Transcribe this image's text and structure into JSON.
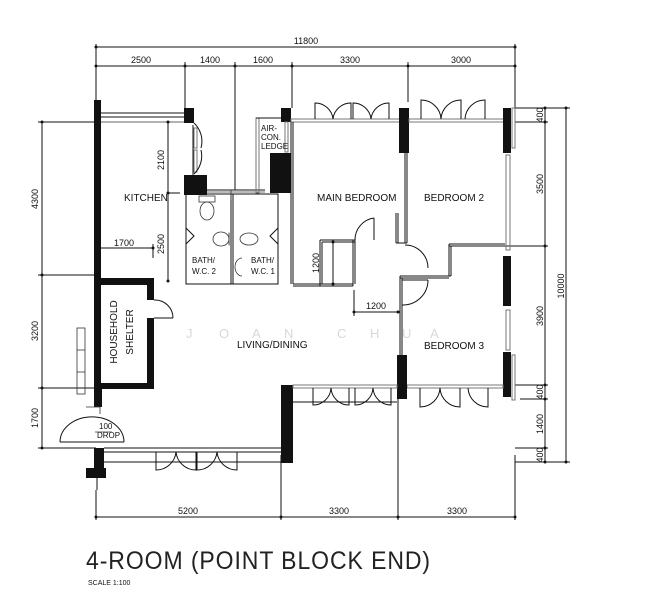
{
  "plan": {
    "title": "4-ROOM (POINT BLOCK END)",
    "scale": "SCALE 1:100",
    "watermark": [
      "J",
      "O",
      "A",
      "N",
      "C",
      "H",
      "U",
      "A"
    ]
  },
  "rooms": {
    "kitchen": "KITCHEN",
    "main_bedroom": "MAIN BEDROOM",
    "bedroom_2": "BEDROOM 2",
    "bedroom_3": "BEDROOM 3",
    "living_dining": "LIVING/DINING",
    "household_shelter": [
      "HOUSEHOLD",
      "SHELTER"
    ],
    "bath_wc_2": [
      "BATH/",
      "W.C. 2"
    ],
    "bath_wc_1": [
      "BATH/",
      "W.C. 1"
    ],
    "aircon_ledge": [
      "AIR-",
      "CON.",
      "LEDGE"
    ],
    "drop": [
      "100",
      "DROP"
    ]
  },
  "dimensions": {
    "top_overall": "11800",
    "top_segments": [
      "2500",
      "1400",
      "1600",
      "3300",
      "3000"
    ],
    "bottom_segments": [
      "5200",
      "3300",
      "3300"
    ],
    "left_segments": [
      "4300",
      "3200",
      "1700"
    ],
    "right_segments": [
      "400",
      "3500",
      "3900",
      "400",
      "1400",
      "400"
    ],
    "right_overall": "10000",
    "interior": {
      "kitchen_height": "2100",
      "bath_height": "2500",
      "kitchen_width": "1700",
      "main_bedroom_step": "1200",
      "corridor_width": "1200"
    }
  }
}
